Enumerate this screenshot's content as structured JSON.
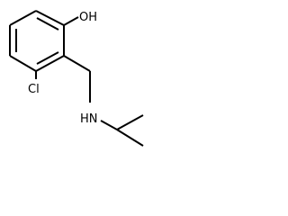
{
  "molecule": {
    "atoms": {
      "oh": "OH",
      "cl": "Cl",
      "nh": "HN"
    }
  }
}
